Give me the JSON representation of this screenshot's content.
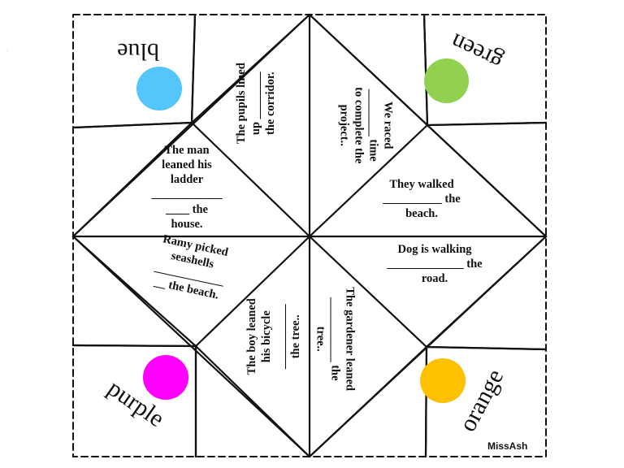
{
  "colors": {
    "blue": "#55c6fb",
    "green": "#92d050",
    "purple": "#ff00ff",
    "orange": "#ffc000",
    "line": "#111111"
  },
  "corners": {
    "blue": "blue",
    "green": "green",
    "purple": "purple",
    "orange": "orange"
  },
  "sentences": {
    "pupils": "The pupils lined\nup ________\nthe corridor.",
    "raced": "We raced\n________ time\nto complete the\nproject..",
    "man": "The man\nleaned his\nladder\n____________\n____ the\nhouse.",
    "walked": "They walked\n__________ the\nbeach.",
    "ramy": "Ramy picked\nseashells\n____________\n__ the beach.",
    "dog": "Dog is walking\n_____________ the\nroad.",
    "boy": "The boy leaned\nhis bicycle\n___________\nthe tree..",
    "gardener": "The gardener leaned\n___________ the\ntree.."
  },
  "credit": "MissAsh"
}
